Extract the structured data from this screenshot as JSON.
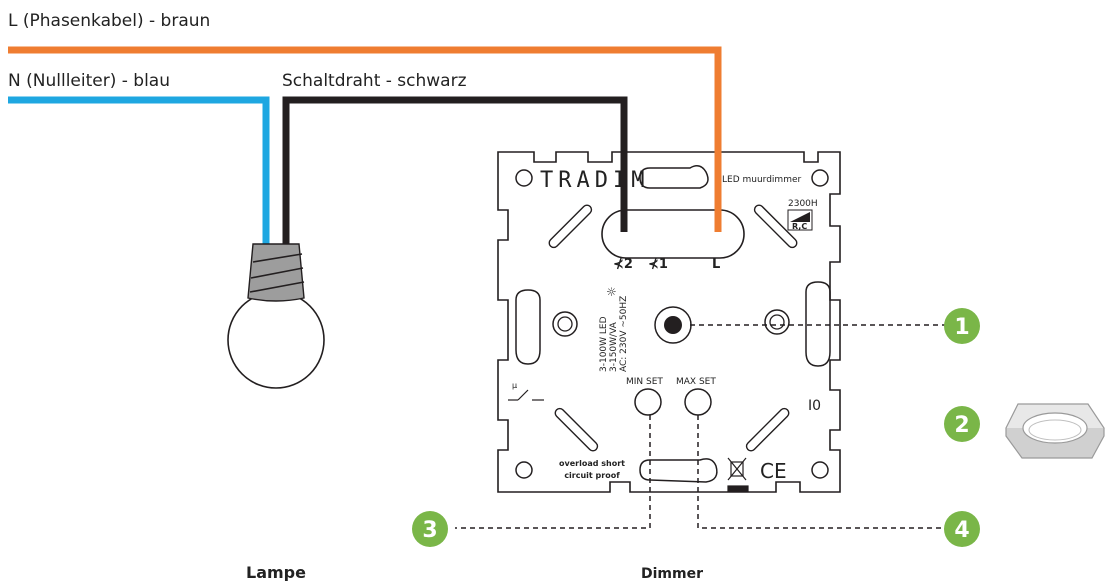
{
  "wires": {
    "phase": {
      "label": "L (Phasenkabel) - braun",
      "color": "#ef7d31"
    },
    "neutral": {
      "label": "N (Nullleiter) - blau",
      "color": "#1ea7e1"
    },
    "switch": {
      "label": "Schaltdraht - schwarz",
      "color": "#231f20"
    }
  },
  "dimmer": {
    "brand": "TRADIM",
    "product": "LED muurdimmer",
    "model": "2300H",
    "rc_mark": "R,C",
    "terminals": [
      "⊀2",
      "⊀1",
      "L"
    ],
    "ratings": [
      "3-100W LED",
      "3-150W/VA",
      "AC: 230V ~50HZ"
    ],
    "min_set": "MIN SET",
    "max_set": "MAX SET",
    "mode": "I0",
    "micro": "μ",
    "protection_line1": "overload short",
    "protection_line2": "circuit proof",
    "ce_mark": "CE"
  },
  "callouts": [
    "1",
    "2",
    "3",
    "4"
  ],
  "captions": {
    "lamp": "Lampe",
    "dimmer": "Dimmer"
  },
  "colors": {
    "callout": "#7ab648",
    "plate": "#ffffff",
    "outline": "#231f20"
  }
}
